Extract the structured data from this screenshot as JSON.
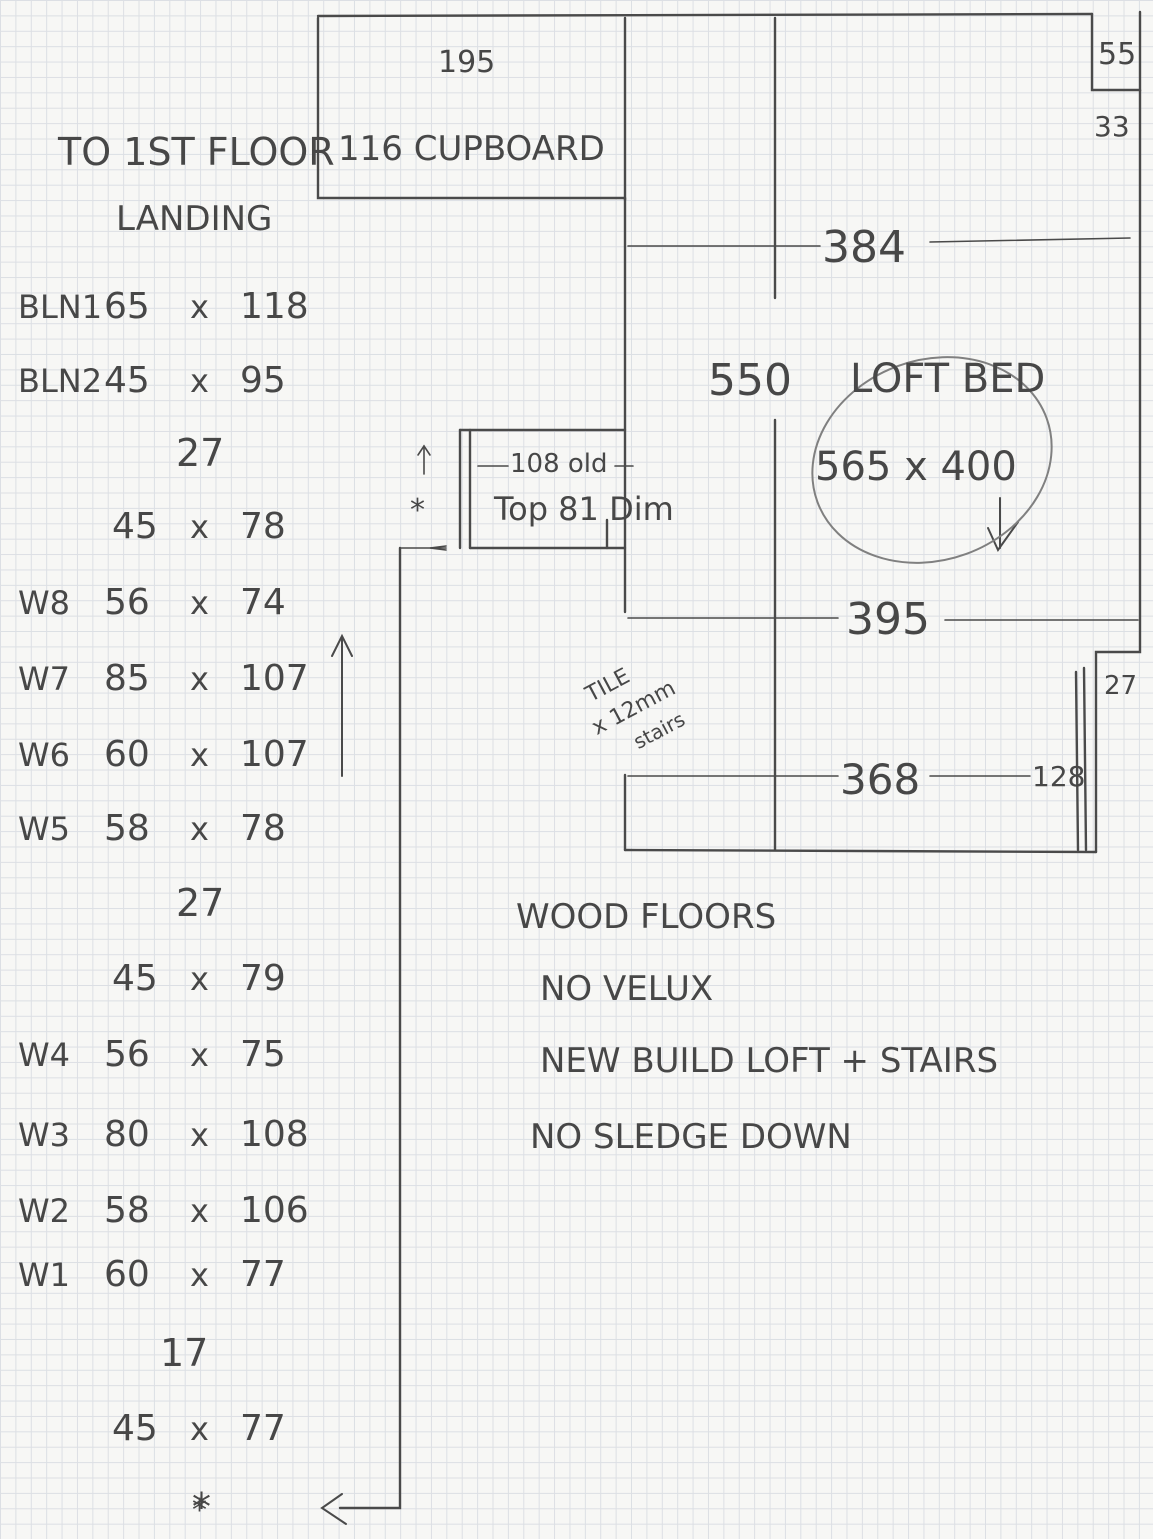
{
  "landing_header": [
    "TO 1ST FLOOR",
    "LANDING"
  ],
  "windows": [
    {
      "tag": "BLN1",
      "w": "65",
      "x": "x",
      "h": "118"
    },
    {
      "tag": "BLN2",
      "w": "45",
      "x": "x",
      "h": "95"
    },
    {
      "tag": "",
      "w": "27",
      "x": "",
      "h": ""
    },
    {
      "tag": "",
      "w": "45",
      "x": "x",
      "h": "78"
    },
    {
      "tag": "W8",
      "w": "56",
      "x": "x",
      "h": "74"
    },
    {
      "tag": "W7",
      "w": "85",
      "x": "x",
      "h": "107"
    },
    {
      "tag": "W6",
      "w": "60",
      "x": "x",
      "h": "107"
    },
    {
      "tag": "W5",
      "w": "58",
      "x": "x",
      "h": "78"
    },
    {
      "tag": "",
      "w": "27",
      "x": "",
      "h": ""
    },
    {
      "tag": "",
      "w": "45",
      "x": "x",
      "h": "79"
    },
    {
      "tag": "W4",
      "w": "56",
      "x": "x",
      "h": "75"
    },
    {
      "tag": "W3",
      "w": "80",
      "x": "x",
      "h": "108"
    },
    {
      "tag": "W2",
      "w": "58",
      "x": "x",
      "h": "106"
    },
    {
      "tag": "W1",
      "w": "60",
      "x": "x",
      "h": "77"
    },
    {
      "tag": "",
      "w": "17",
      "x": "",
      "h": ""
    },
    {
      "tag": "",
      "w": "45",
      "x": "x",
      "h": "77"
    },
    {
      "tag": "",
      "w": "*",
      "x": "",
      "h": ""
    }
  ],
  "plan": {
    "cupboard_width": "195",
    "cupboard_label": "116 CUPBOARD",
    "corner_55": "55",
    "corner_33": "33",
    "dim_384": "384",
    "dim_550": "550",
    "loft_bed_label": "LOFT BED",
    "loft_bed_size": "565 x 400",
    "stair_note_1": "108 old",
    "stair_note_2": "Top 81 Dim",
    "stair_star": "*",
    "dim_395": "395",
    "tile_note": [
      "TILE",
      "x 12mm",
      "stairs"
    ],
    "dim_27_right": "27",
    "dim_368": "368",
    "dim_128": "128",
    "bottom_star": "*"
  },
  "notes": [
    "WOOD FLOORS",
    "NO VELUX",
    "NEW BUILD LOFT + STAIRS",
    "NO SLEDGE DOWN"
  ]
}
